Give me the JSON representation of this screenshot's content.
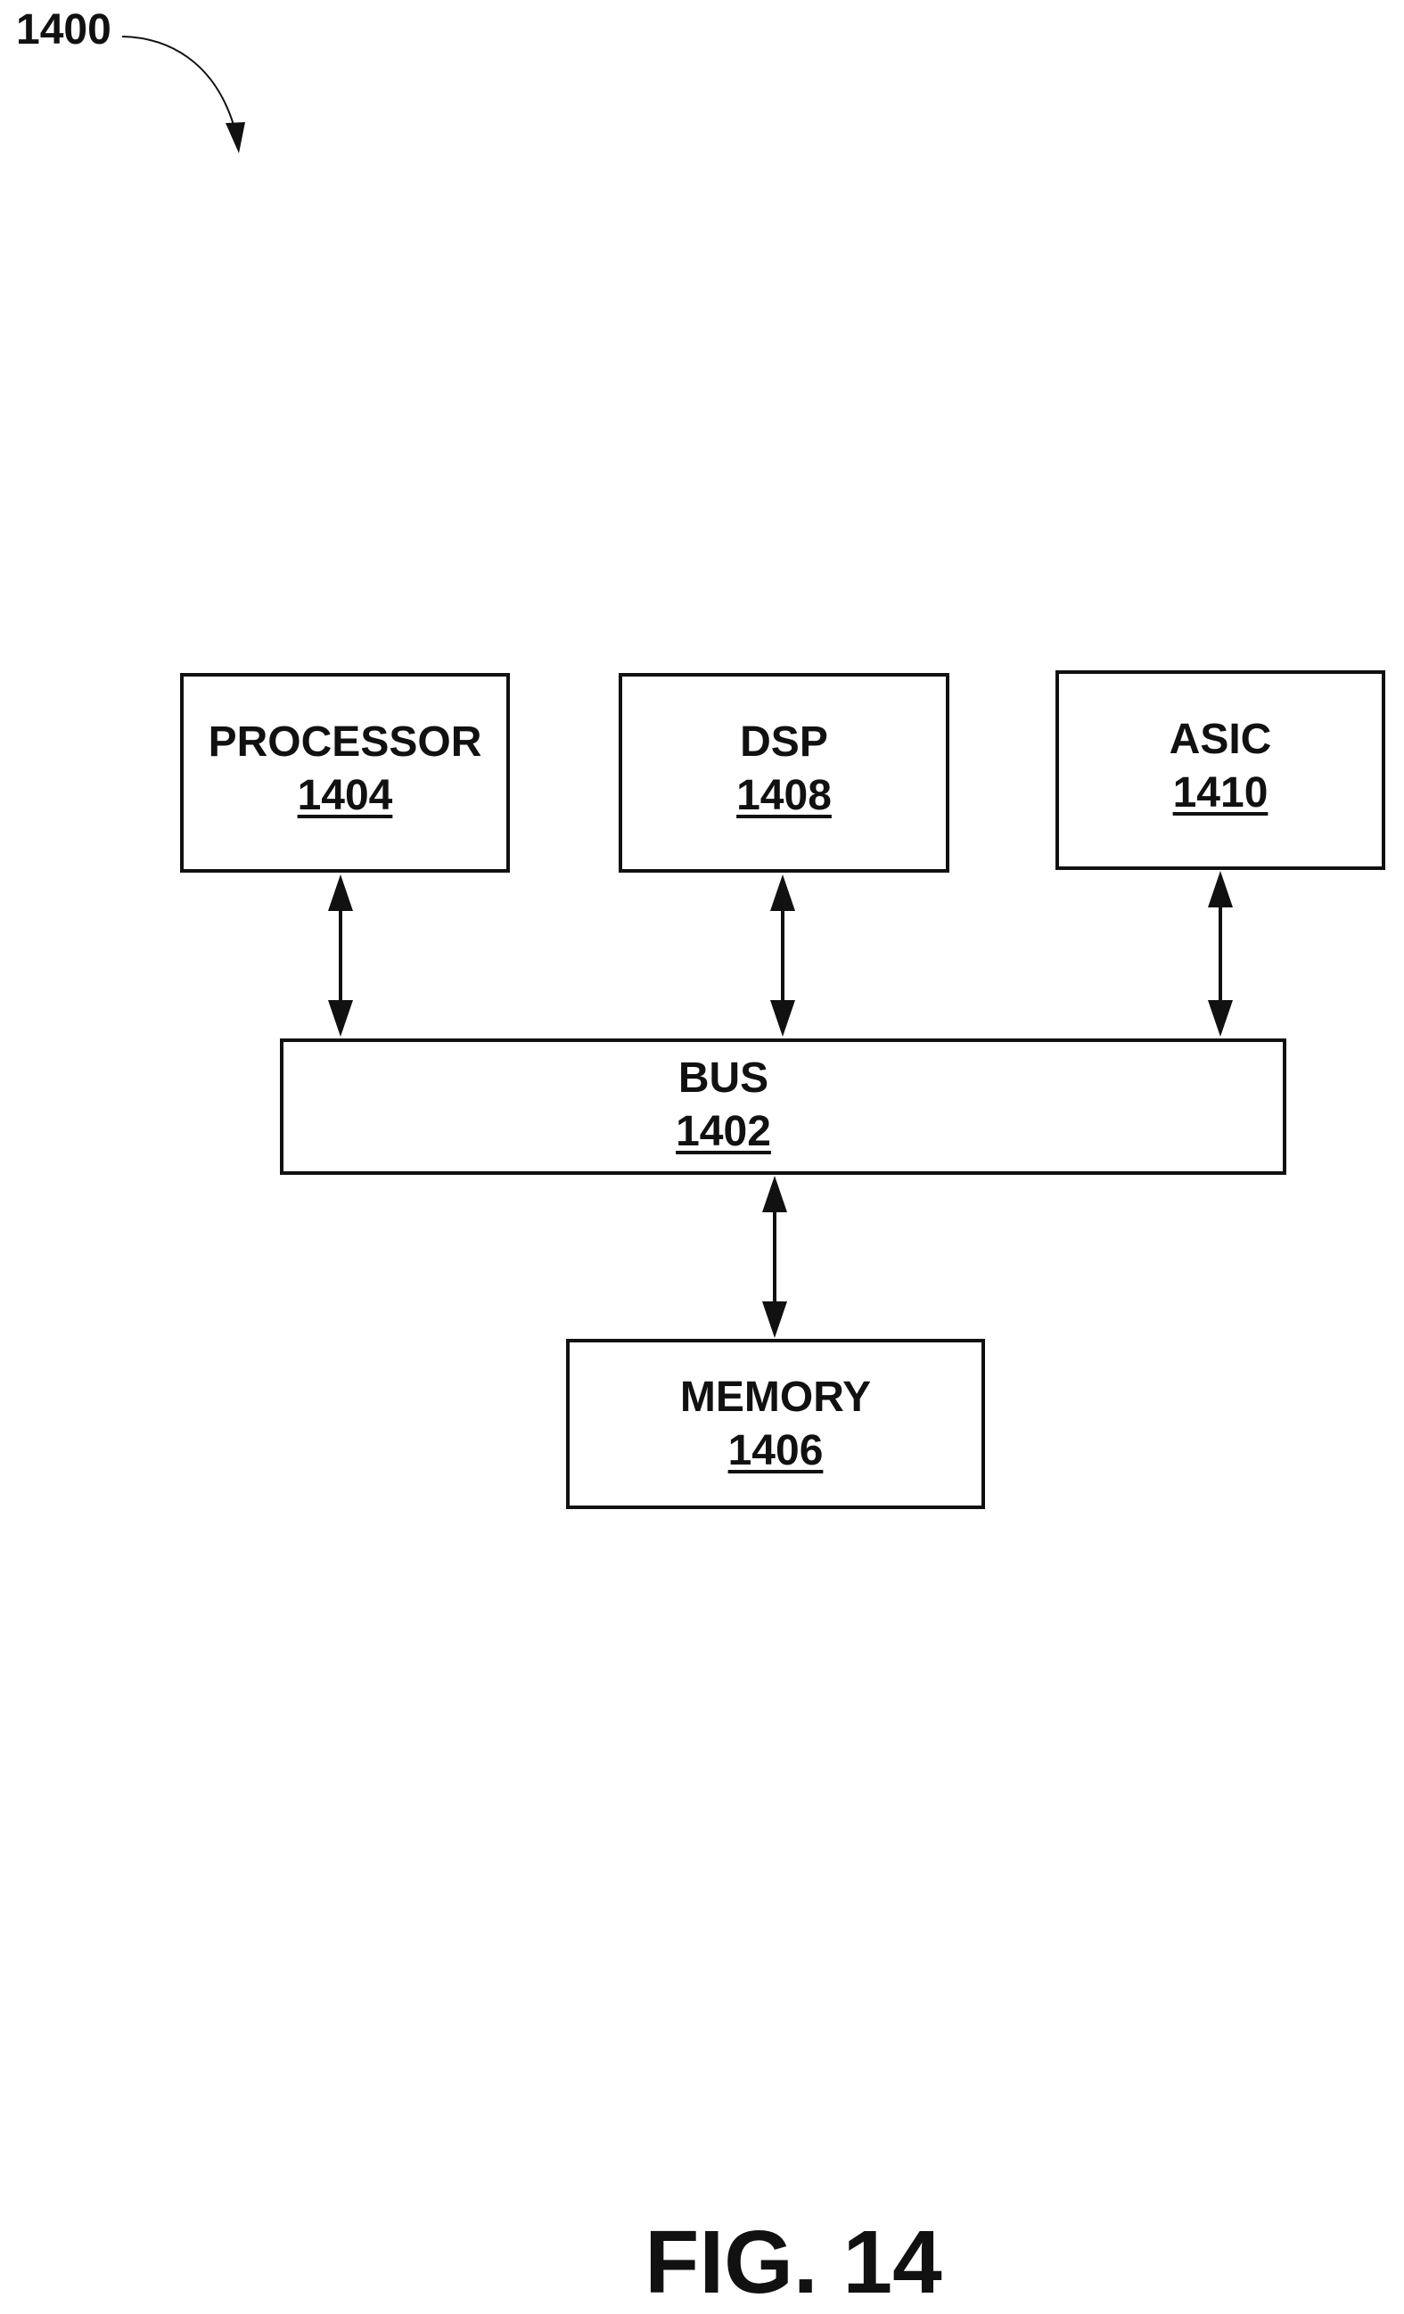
{
  "figure": {
    "reference_numeral": "1400",
    "caption": "FIG. 14"
  },
  "blocks": {
    "processor": {
      "title": "PROCESSOR",
      "ref": "1404"
    },
    "dsp": {
      "title": "DSP",
      "ref": "1408"
    },
    "asic": {
      "title": "ASIC",
      "ref": "1410"
    },
    "bus": {
      "title": "BUS",
      "ref": "1402"
    },
    "memory": {
      "title": "MEMORY",
      "ref": "1406"
    }
  },
  "connections": [
    {
      "from": "processor",
      "to": "bus",
      "direction": "bidirectional"
    },
    {
      "from": "dsp",
      "to": "bus",
      "direction": "bidirectional"
    },
    {
      "from": "asic",
      "to": "bus",
      "direction": "bidirectional"
    },
    {
      "from": "bus",
      "to": "memory",
      "direction": "bidirectional"
    }
  ]
}
